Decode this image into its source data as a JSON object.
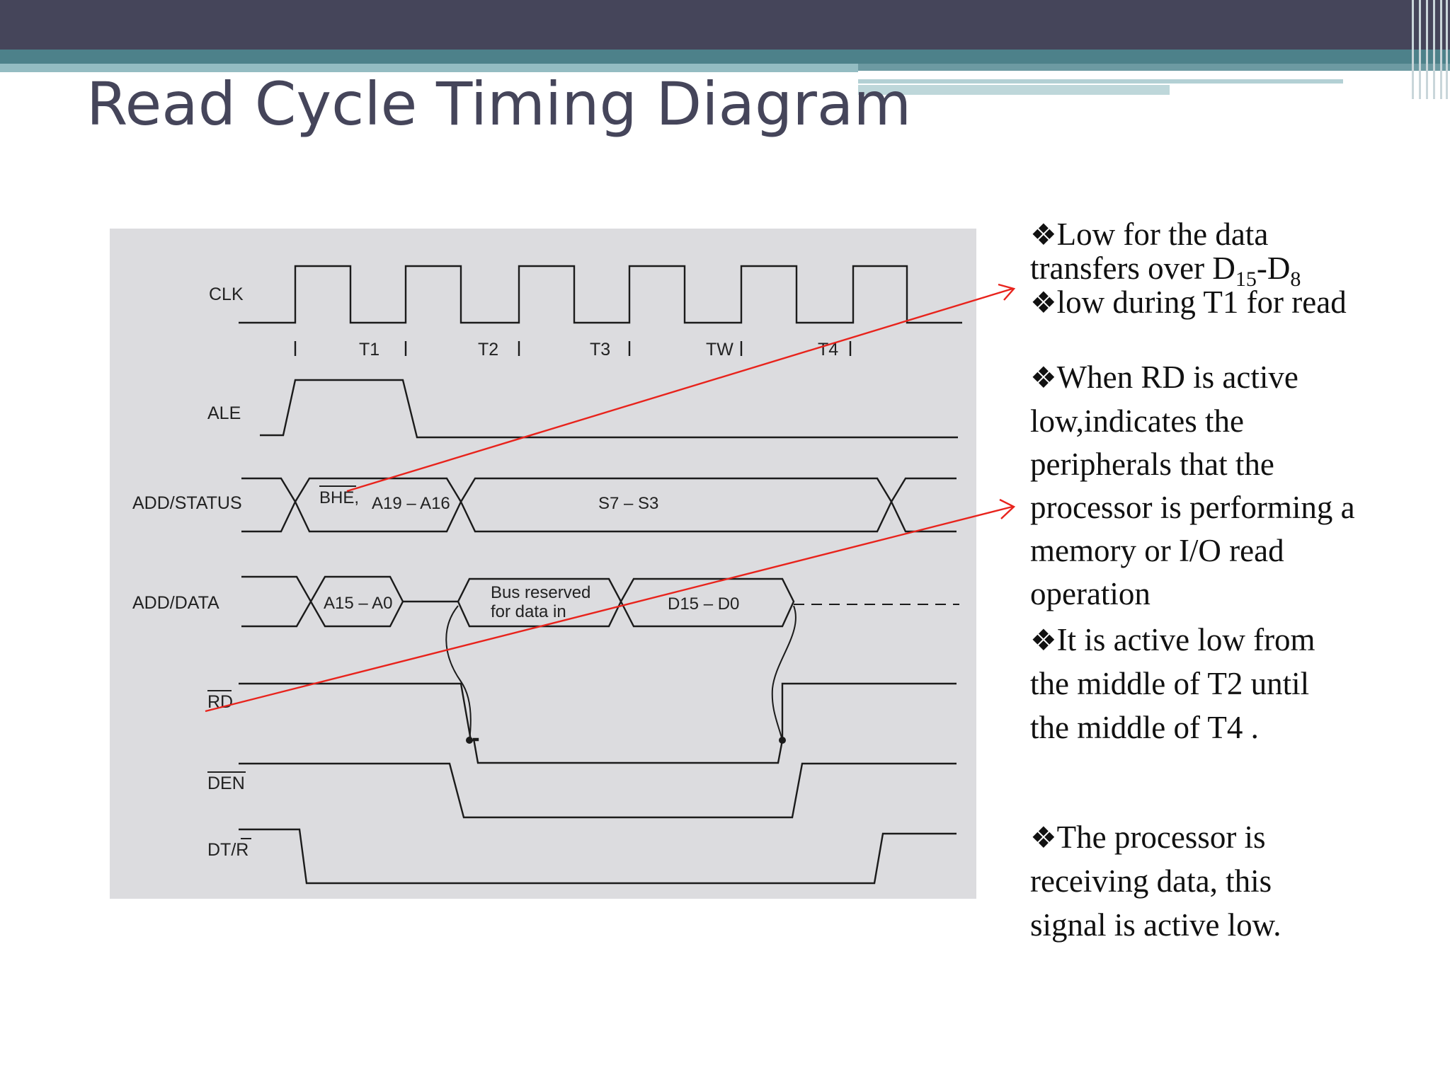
{
  "slide": {
    "title": "Read Cycle Timing Diagram"
  },
  "diagram": {
    "signals": {
      "clk": "CLK",
      "ale": "ALE",
      "add_status": "ADD/STATUS",
      "add_data": "ADD/DATA",
      "rd": "RD",
      "den": "DEN",
      "dtr_prefix": "DT/",
      "dtr_bar": "R"
    },
    "clock_states": [
      "T1",
      "T2",
      "T3",
      "TW",
      "T4"
    ],
    "bus_labels": {
      "bhe": "BHE,",
      "a19_a16": "A19 – A16",
      "s7_s3": "S7 – S3",
      "a15_a0": "A15 – A0",
      "bus_reserved_line1": "Bus reserved",
      "bus_reserved_line2": "for data in",
      "d15_d0": "D15 – D0"
    }
  },
  "notes": {
    "bhe_line1": "Low for the data",
    "bhe_line2_prefix": "transfers over D",
    "bhe_line2_sub1": "15",
    "bhe_line2_mid": "-D",
    "bhe_line2_sub2": "8",
    "bhe_line3": "low during T1 for read",
    "rd_lines": [
      "When RD is active",
      "low,indicates the",
      "peripherals   that the",
      "processor is performing a",
      "memory or I/O read",
      "operation"
    ],
    "rd_active_lines": [
      "It is active low from",
      "the middle of T2 until",
      "the middle of T4 ."
    ],
    "dtr_lines": [
      "The processor is",
      "receiving data, this",
      "signal is active low."
    ],
    "bullet_symbol": "❖"
  },
  "colors": {
    "title": "#45455a",
    "header_band": "#45455a",
    "teal_band": "#4d818a",
    "diagram_bg": "#dcdcdf",
    "arrow": "#e8231c"
  }
}
